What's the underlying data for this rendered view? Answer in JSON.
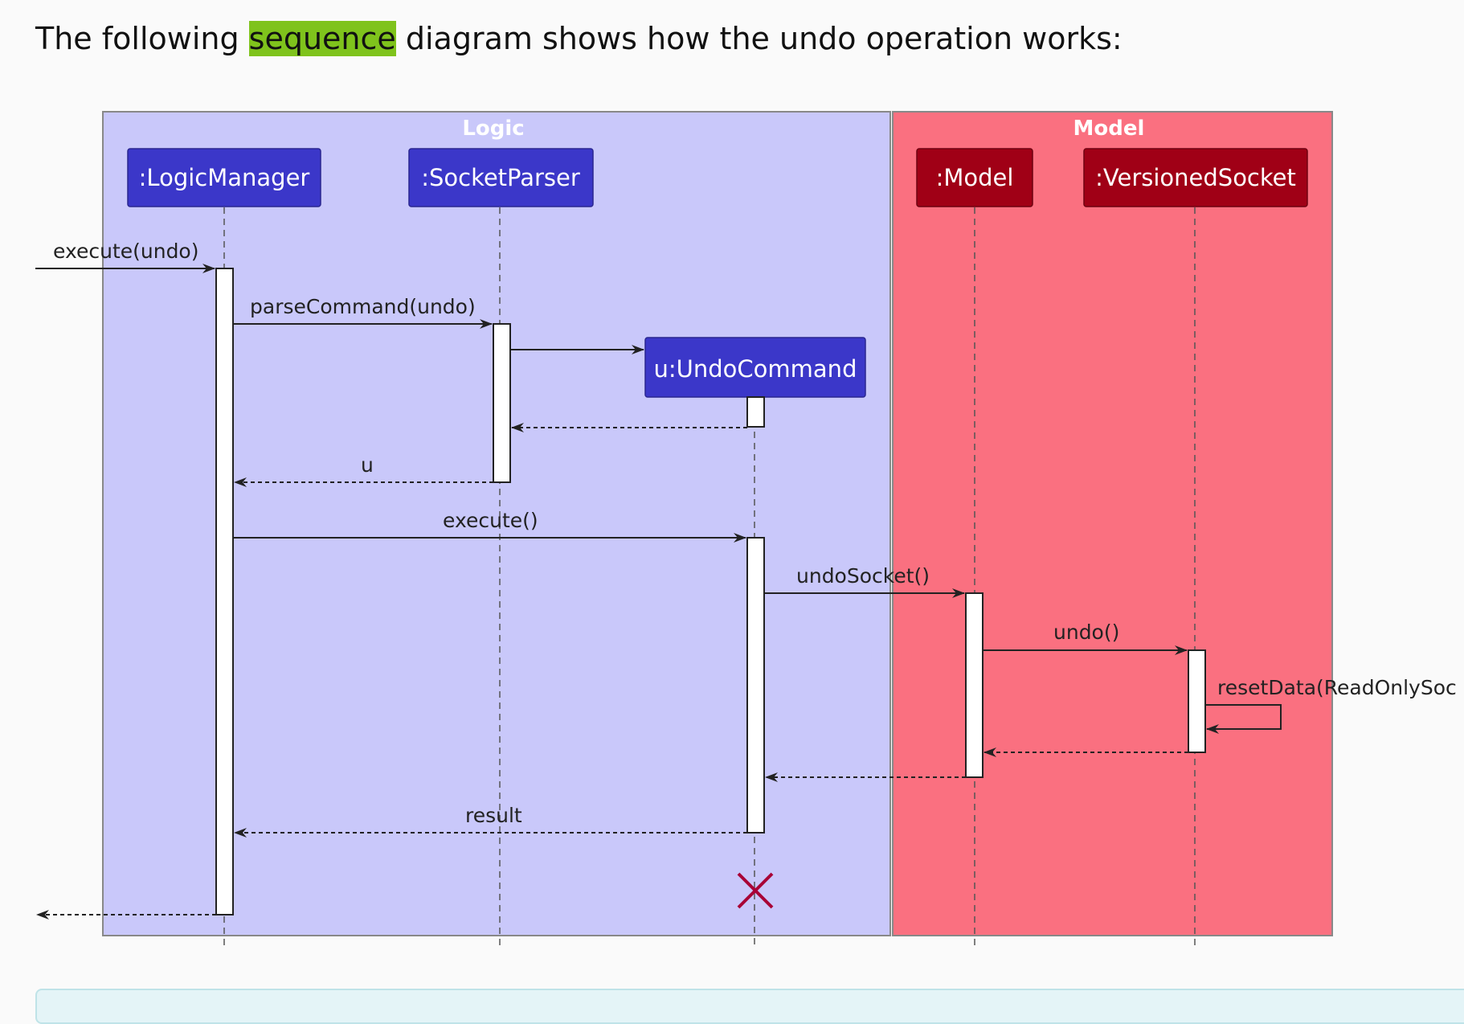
{
  "intro": {
    "prefix": "The following ",
    "highlight": "sequence",
    "suffix": " diagram shows how the undo operation works:"
  },
  "colors": {
    "logic_bg": "#c9c8fa",
    "model_bg": "#fa7080",
    "logic_participant": "#3b37c9",
    "model_participant": "#a00016",
    "highlight": "#7fc31c",
    "destroy": "#a80036"
  },
  "boxes": {
    "logic": "Logic",
    "model": "Model"
  },
  "participants": {
    "logic_manager": ":LogicManager",
    "socket_parser": ":SocketParser",
    "undo_command": "u:UndoCommand",
    "model": ":Model",
    "versioned_socket": ":VersionedSocket"
  },
  "messages": {
    "execute_undo": "execute(undo)",
    "parse_command": "parseCommand(undo)",
    "return_u": "u",
    "execute": "execute()",
    "undo_socket": "undoSocket()",
    "undo": "undo()",
    "reset_data": "resetData(ReadOnlySoc",
    "result": "result"
  }
}
